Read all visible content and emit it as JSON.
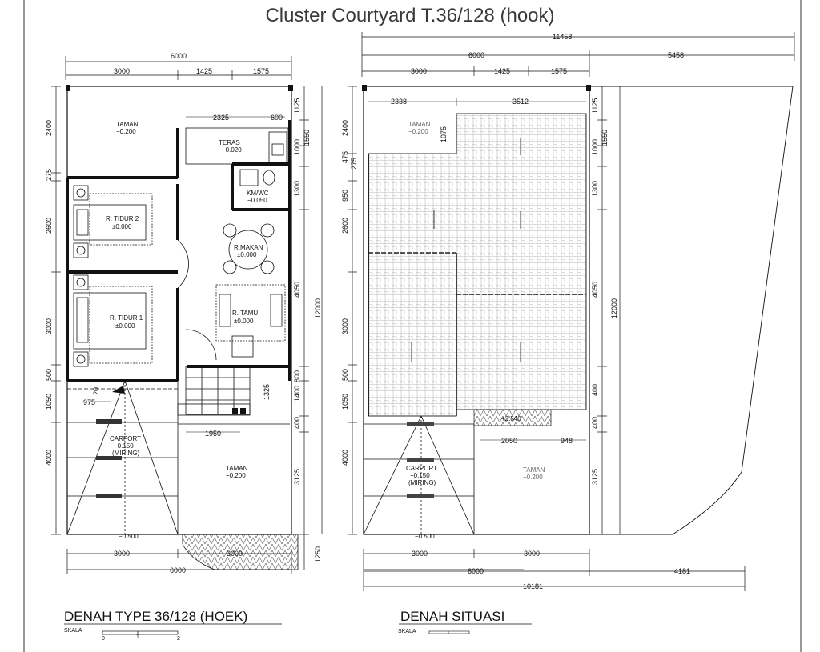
{
  "title": "Cluster Courtyard T.36/128 (hook)",
  "left_plan": {
    "heading": "DENAH TYPE 36/128 (HOEK)",
    "skala": "SKALA",
    "scale_ticks": [
      "0",
      "1",
      "2"
    ],
    "rooms": {
      "taman_top": "TAMAN",
      "taman_top_level": "−0.200",
      "teras": "TERAS",
      "teras_level": "−0.020",
      "kmwc": "KM/WC",
      "kmwc_level": "−0.050",
      "tidur2": "R. TIDUR 2",
      "tidur2_level": "±0.000",
      "makan": "R.MAKAN",
      "makan_level": "±0.000",
      "tidur1": "R. TIDUR 1",
      "tidur1_level": "±0.000",
      "tamu": "R. TAMU",
      "tamu_level": "±0.000",
      "carport": "CARPORT",
      "carport_level": "−0.150",
      "carport_note": "(MIRING)",
      "taman_bottom": "TAMAN",
      "taman_bottom_level": "−0.200",
      "road_level": "−0.500"
    },
    "dims": {
      "top_total": "6000",
      "top_a": "3000",
      "top_b": "1425",
      "top_c": "1575",
      "inner_a": "2325",
      "inner_b": "600",
      "left_1": "2400",
      "left_2": "275",
      "left_3": "2600",
      "left_4": "3000",
      "left_5": "500",
      "left_6": "1050",
      "left_7": "4000",
      "right_1": "1125",
      "right_2": "1550",
      "right_3": "1000",
      "right_4": "1300",
      "right_5": "4050",
      "right_6": "800",
      "right_7": "1400",
      "right_8": "400",
      "right_9": "3125",
      "right_10": "1250",
      "total_h": "12000",
      "inner_975": "975",
      "inner_20": "20",
      "inner_1325": "1325",
      "inner_1950": "1950",
      "bottom_a": "3000",
      "bottom_b": "3000",
      "bottom_total": "6000"
    }
  },
  "right_plan": {
    "heading": "DENAH SITUASI",
    "skala": "SKALA",
    "rooms": {
      "taman_top": "TAMAN",
      "taman_top_level": "−0.200",
      "roof_level": "+2.540",
      "carport": "CARPORT",
      "carport_level": "−0.150",
      "carport_note": "(MIRING)",
      "taman_bottom": "TAMAN",
      "taman_bottom_level": "−0.200",
      "road_level": "−0.500"
    },
    "dims": {
      "top_overall": "11458",
      "top_total": "6000",
      "top_side": "5458",
      "top_a": "3000",
      "top_b": "1425",
      "top_c": "1575",
      "inner_a": "2338",
      "inner_b": "3512",
      "inner_1075": "1075",
      "left_1": "2400",
      "left_2": "475",
      "left_3": "275",
      "left_4": "950",
      "left_5": "2600",
      "left_6": "3000",
      "left_7": "500",
      "left_8": "1050",
      "left_9": "4000",
      "right_1": "1125",
      "right_2": "1550",
      "right_3": "1000",
      "right_4": "1300",
      "right_5": "4050",
      "right_6": "1400",
      "right_7": "400",
      "right_8": "3125",
      "total_h": "12000",
      "mid_a": "2050",
      "mid_b": "948",
      "bottom_a": "3000",
      "bottom_b": "3000",
      "bottom_total": "6000",
      "bottom_side": "4181",
      "bottom_overall": "10181"
    }
  }
}
